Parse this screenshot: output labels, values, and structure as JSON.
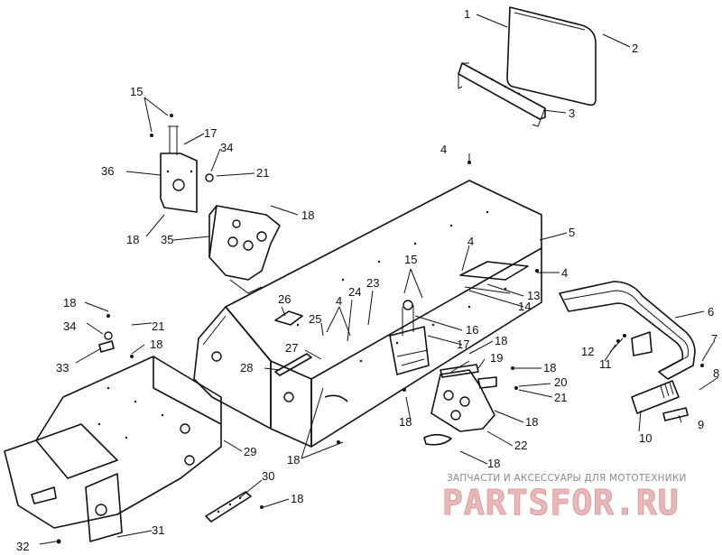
{
  "callouts": [
    "1",
    "2",
    "3",
    "4",
    "5",
    "6",
    "7",
    "8",
    "9",
    "10",
    "11",
    "12",
    "13",
    "14",
    "15",
    "16",
    "17",
    "18",
    "19",
    "20",
    "21",
    "22",
    "23",
    "24",
    "25",
    "26",
    "27",
    "28",
    "29",
    "30",
    "31",
    "32",
    "33",
    "34",
    "35",
    "36"
  ],
  "watermark": {
    "tagline": "ЗАПЧАСТИ И АКСЕССУАРЫ ДЛЯ МОТОТЕХНИКИ",
    "brand": "PARTSFOR.RU"
  }
}
